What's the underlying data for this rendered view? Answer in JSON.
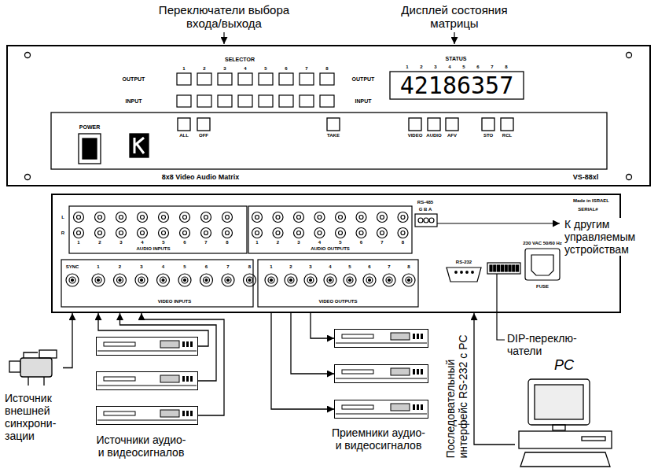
{
  "diagram": {
    "nodes": [
      {
        "text": [
          "SELECTOR",
          "1",
          "2",
          "3",
          "4",
          "5",
          "6",
          "7",
          "8",
          "OUTPUT",
          "INPUT",
          "STATUS",
          "1",
          "2",
          "3",
          "4",
          "5",
          "6",
          "7",
          "8",
          "OUTPUT",
          "INPUT",
          "42186357",
          "POWER",
          "ALL",
          "OFF",
          "TAKE",
          "VIDEO",
          "AUDIO",
          "AFV",
          "STO",
          "RCL",
          "8x8 Video Audio Matrix",
          "VS-88xl"
        ]
      },
      {
        "text": [
          "L",
          "R",
          "1",
          "2",
          "3",
          "4",
          "5",
          "6",
          "7",
          "8",
          "AUDIO INPUTS",
          "1",
          "2",
          "3",
          "4",
          "5",
          "6",
          "7",
          "8",
          "AUDIO OUTPUTS",
          "RS-485",
          "G B A",
          "Made in ISRAEL",
          "SERIAL#",
          "230 VAC 50/60 Hz",
          "FUSE",
          "RS-232",
          "SYNC",
          "1",
          "2",
          "3",
          "4",
          "5",
          "6",
          "7",
          "8",
          "VIDEO INPUTS",
          "1",
          "2",
          "3",
          "4",
          "5",
          "6",
          "7",
          "8",
          "VIDEO OUTPUTS"
        ]
      },
      {
        "text": [
          "Источник внешней синхрони- зации"
        ]
      },
      {
        "text": [
          "Источники аудио- и видеосигналов"
        ]
      },
      {
        "text": [],
        "in": 3
      },
      {
        "text": [],
        "in": 3
      },
      {
        "text": [],
        "in": 3
      },
      {
        "text": [
          "Приемники аудио- и видеосигналов"
        ]
      },
      {
        "text": [],
        "in": 7
      },
      {
        "text": [],
        "in": 7
      },
      {
        "text": [],
        "in": 7
      },
      {
        "text": [
          "PC"
        ]
      }
    ],
    "edges": [
      {
        "from": 2,
        "to": 1,
        "arrow": "to"
      },
      {
        "from": 4,
        "to": 1,
        "arrow": "to"
      },
      {
        "from": 5,
        "to": 1,
        "arrow": "to"
      },
      {
        "from": 6,
        "to": 1,
        "arrow": "to"
      },
      {
        "from": 1,
        "to": 8,
        "arrow": "to"
      },
      {
        "from": 1,
        "to": 9,
        "arrow": "to"
      },
      {
        "from": 1,
        "to": 10,
        "arrow": "to"
      },
      {
        "from": 11,
        "to": 1,
        "arrow": "to",
        "label": "Последовательный интерфейс RS-232 с PC"
      }
    ],
    "labels": [
      "Переключатели выбора входа/выхода",
      "Дисплей состояния матрицы",
      "К другим управляемым устройствам",
      "DIP-переклю- чатели"
    ]
  }
}
